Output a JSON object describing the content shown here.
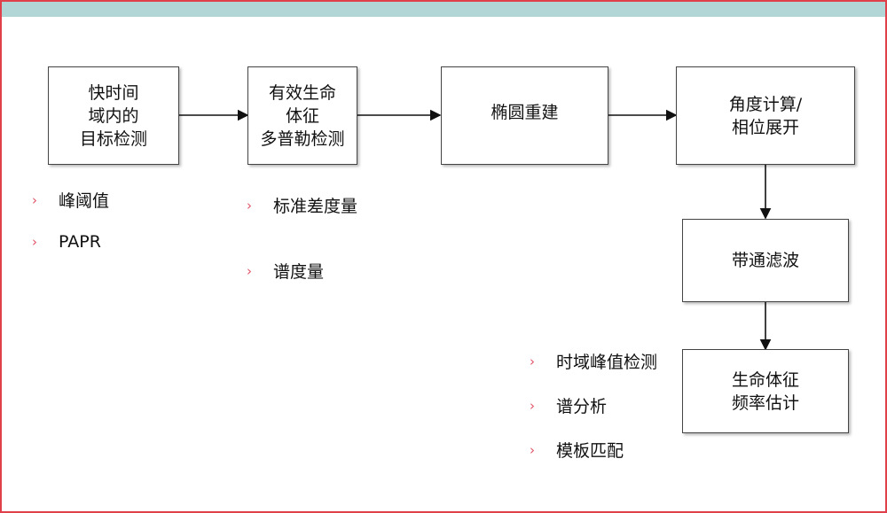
{
  "boxes": {
    "fast_time_detection": "快时间\n域内的\n目标检测",
    "vital_doppler_detection": "有效生命\n体征\n多普勒检测",
    "ellipse_reconstruction": "椭圆重建",
    "angle_phase": "角度计算/\n相位展开",
    "bandpass_filter": "带通滤波",
    "vital_frequency": "生命体征\n频率估计"
  },
  "bullets": {
    "group1": [
      "峰阈值",
      "PAPR"
    ],
    "group2": [
      "标准差度量",
      "谱度量"
    ],
    "group3": [
      "时域峰值检测",
      "谱分析",
      "模板匹配"
    ]
  },
  "colors": {
    "top_bar": "#b2d6d6",
    "frame_border": "#e0404a",
    "bullet_mark": "#e05566"
  }
}
